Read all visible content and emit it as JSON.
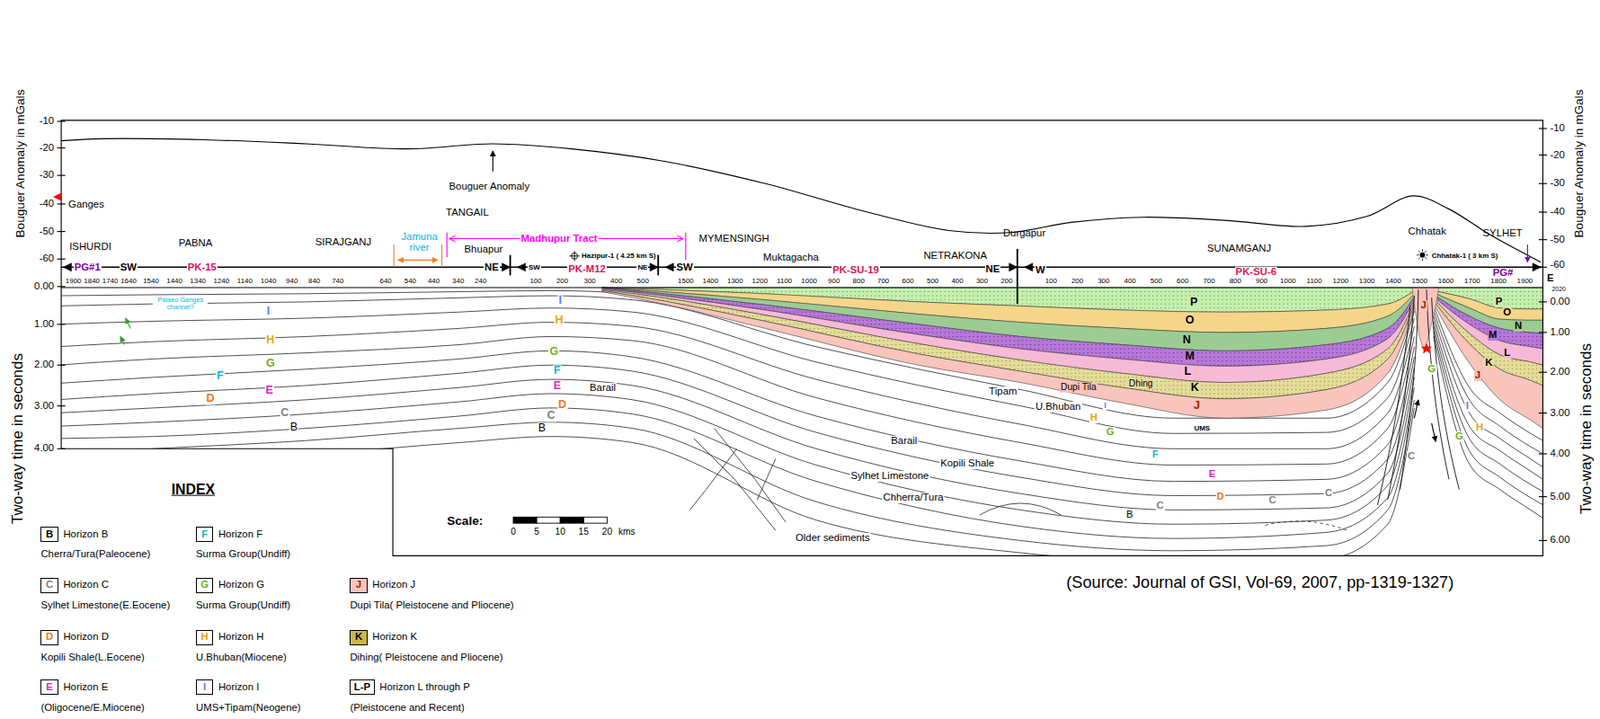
{
  "diagram": {
    "caption": "(Source: Journal of GSI, Vol-69, 2007, pp-1319-1327)",
    "labels": [
      "Bouguer Anomaly in mGals",
      "Two-way time in seconds",
      "Bouguer Anomaly in mGals",
      "Two-way time in seconds",
      "-10",
      "-20",
      "-30",
      "-40",
      "-50",
      "-60",
      "0.00",
      "1.00",
      "2.00",
      "3.00",
      "4.00",
      "-10",
      "-20",
      "-30",
      "-40",
      "-50",
      "-60",
      "0.00",
      "1.00",
      "2.00",
      "3.00",
      "4.00",
      "5.00",
      "6.00",
      "Ganges",
      "Bouguer Anomaly",
      "TANGAIL",
      "ISHURDI",
      "PABNA",
      "SIRAJGANJ",
      "Jamuna river",
      "Bhuapur",
      "Madhupur Tract",
      "MYMENSINGH",
      "Hazipur-1 ( 4.25 km S)",
      "Muktagacha",
      "NETRAKONA",
      "Durgapur",
      "SUNAMGANJ",
      "Chhatak",
      "SYLHET",
      "Chhatak-1 ( 3 km S)",
      "PG#1",
      "SW",
      "PK-15",
      "NE",
      "SW",
      "PK-M12",
      "NE",
      "SW",
      "PK-SU-19",
      "NE",
      "W",
      "PK-SU-6",
      "PG#",
      "E",
      "1900",
      "1840",
      "1740",
      "1640",
      "1540",
      "1440",
      "1340",
      "1240",
      "1140",
      "1040",
      "940",
      "840",
      "740",
      "640",
      "540",
      "440",
      "340",
      "240",
      "100",
      "200",
      "300",
      "400",
      "500",
      "1500",
      "1400",
      "1300",
      "1200",
      "1100",
      "1000",
      "900",
      "800",
      "700",
      "600",
      "500",
      "400",
      "300",
      "200",
      "100",
      "200",
      "300",
      "400",
      "500",
      "600",
      "700",
      "800",
      "900",
      "1000",
      "1100",
      "1200",
      "1300",
      "1400",
      "1500",
      "1600",
      "1700",
      "1800",
      "1900",
      "2020",
      "Palaeo Ganges channel?",
      "I",
      "H",
      "G",
      "F",
      "E",
      "D",
      "C",
      "B",
      "I",
      "H",
      "G",
      "F",
      "E",
      "Barail",
      "D",
      "C",
      "B",
      "P",
      "O",
      "N",
      "M",
      "L",
      "Dhing",
      "K",
      "Tipam",
      "Dupi Tila",
      "J",
      "U.Bhuban",
      "I",
      "H",
      "UMS",
      "G",
      "Barail",
      "F",
      "Kopili Shale",
      "E",
      "Sylhet Limestone",
      "D",
      "Chherra/Tura",
      "C",
      "C",
      "C",
      "C",
      "B",
      "Older sediments",
      "J",
      "G",
      "J",
      "P",
      "O",
      "N",
      "M",
      "L",
      "K",
      "I",
      "H",
      "G",
      "INDEX",
      "B",
      "Cherra/Tura(Paleocene)",
      "F",
      "Surma Group(Undiff)",
      "C",
      "Sylhet Limestone(E.Eocene)",
      "G",
      "Surma Group(Undiff)",
      "J",
      "Dupi Tila( Pleistocene and Pliocene)",
      "D",
      "Kopili Shale(L.Eocene)",
      "H",
      "U.Bhuban(Miocene)",
      "K",
      "Dihing( Pleistocene and Pliocene)",
      "E",
      "(Oligocene/E.Miocene)",
      "I",
      "UMS+Tipam(Neogene)",
      "L-P",
      "(Pleistocene and Recent)",
      "Scale:",
      "0",
      "5",
      "10",
      "15",
      "20",
      "kms"
    ],
    "legend": [
      {
        "text": "Horizon B",
        "color": "#ffffff"
      },
      {
        "text": "Horizon F",
        "color": "#ffffff"
      },
      {
        "text": "Horizon C",
        "color": "#ffffff"
      },
      {
        "text": "Horizon G",
        "color": "#ffffff"
      },
      {
        "text": "Horizon J",
        "color": "#f8c4bc"
      },
      {
        "text": "Horizon D",
        "color": "#ffffff"
      },
      {
        "text": "Horizon H",
        "color": "#ffffff"
      },
      {
        "text": "Horizon K",
        "color": "#c8b848"
      },
      {
        "text": "Horizon E",
        "color": "#ffffff"
      },
      {
        "text": "Horizon I",
        "color": "#ffffff"
      },
      {
        "text": "Horizon L through P",
        "color": "#ffffff"
      }
    ]
  }
}
